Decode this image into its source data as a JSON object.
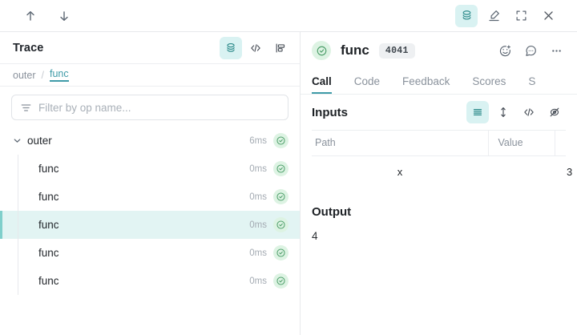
{
  "topbar": {
    "nav_prev_label": "Previous",
    "nav_next_label": "Next",
    "icons": {
      "prev": "arrow-up-icon",
      "next": "arrow-down-icon",
      "layers": "stacked-layers-icon",
      "pen": "highlighter-pen-icon",
      "expand": "fullscreen-expand-icon",
      "close": "close-x-icon"
    }
  },
  "trace": {
    "title": "Trace",
    "view_icons": {
      "tree": "stacked-layers-icon",
      "code": "code-brackets-icon",
      "flame": "flamegraph-icon"
    },
    "breadcrumb": {
      "parent": "outer",
      "separator": "/",
      "current": "func"
    },
    "filter": {
      "placeholder": "Filter by op name...",
      "value": "",
      "icon": "filter-lines-icon"
    },
    "rows": [
      {
        "name": "outer",
        "duration": "6ms",
        "depth": 0,
        "selected": false,
        "expanded": true,
        "status": "success"
      },
      {
        "name": "func",
        "duration": "0ms",
        "depth": 1,
        "selected": false,
        "expanded": false,
        "status": "success"
      },
      {
        "name": "func",
        "duration": "0ms",
        "depth": 1,
        "selected": false,
        "expanded": false,
        "status": "success"
      },
      {
        "name": "func",
        "duration": "0ms",
        "depth": 1,
        "selected": true,
        "expanded": false,
        "status": "success"
      },
      {
        "name": "func",
        "duration": "0ms",
        "depth": 1,
        "selected": false,
        "expanded": false,
        "status": "success"
      },
      {
        "name": "func",
        "duration": "0ms",
        "depth": 1,
        "selected": false,
        "expanded": false,
        "status": "success"
      }
    ]
  },
  "detail": {
    "title": "func",
    "status": "success",
    "badge": "4041",
    "header_icons": {
      "reaction": "emoji-add-icon",
      "comment": "comment-bubble-icon",
      "more": "more-horizontal-icon"
    },
    "tabs": [
      {
        "label": "Call",
        "active": true
      },
      {
        "label": "Code",
        "active": false
      },
      {
        "label": "Feedback",
        "active": false
      },
      {
        "label": "Scores",
        "active": false
      },
      {
        "label": "S",
        "active": false
      }
    ],
    "inputs": {
      "title": "Inputs",
      "view_icons": {
        "list": "list-view-icon",
        "expand": "expand-vertical-icon",
        "code": "code-brackets-icon",
        "hide": "eye-slash-icon"
      },
      "columns": [
        "Path",
        "Value"
      ],
      "rows": [
        {
          "path": "x",
          "value": "3"
        }
      ]
    },
    "output": {
      "title": "Output",
      "value": "4"
    }
  },
  "colors": {
    "accent": "#3f9ba8",
    "accent_bg": "#d9f2f2",
    "selected_row": "#e2f4f3",
    "success": "#4f9f6b",
    "success_bg": "#ddf3e3",
    "muted": "#8a929c",
    "border": "#e7e9ec"
  }
}
